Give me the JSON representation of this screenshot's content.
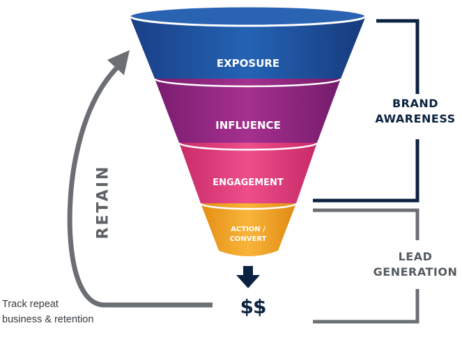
{
  "funnel": {
    "stages": [
      {
        "label": "EXPOSURE",
        "color": "#1f5aa8"
      },
      {
        "label": "INFLUENCE",
        "color": "#9b2a8a"
      },
      {
        "label": "ENGAGEMENT",
        "color": "#e6407f"
      },
      {
        "label_line1": "ACTION /",
        "label_line2": "CONVERT",
        "color": "#f4a62a"
      }
    ]
  },
  "brackets": {
    "brand_line1": "BRAND",
    "brand_line2": "AWARENESS",
    "brand_color": "#0b2240",
    "lead_line1": "LEAD",
    "lead_line2": "GENERATION",
    "lead_color": "#555b60"
  },
  "retain_label": "RETAIN",
  "result_label": "$$",
  "note_line1": "Track repeat",
  "note_line2": "business & retention",
  "icons": [
    "down-arrow-icon",
    "retain-loop-arrow-icon"
  ]
}
